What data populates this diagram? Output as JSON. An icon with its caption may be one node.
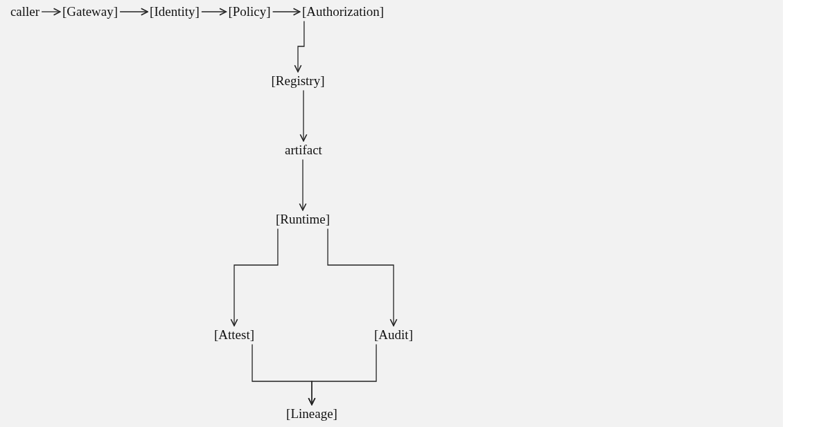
{
  "diagram": {
    "nodes": [
      {
        "text": [
          "caller"
        ]
      },
      {
        "text": [
          "[Gateway]"
        ]
      },
      {
        "text": [
          "[Identity]"
        ]
      },
      {
        "text": [
          "[Policy]"
        ]
      },
      {
        "text": [
          "[Authorization]"
        ]
      },
      {
        "text": [
          "[Registry]"
        ]
      },
      {
        "text": [
          "artifact"
        ]
      },
      {
        "text": [
          "[Runtime]"
        ]
      },
      {
        "text": [
          "[Attest]"
        ]
      },
      {
        "text": [
          "[Audit]"
        ]
      },
      {
        "text": [
          "[Lineage]"
        ]
      }
    ],
    "edges": [
      {
        "from": 0,
        "to": 1,
        "arrow": "to"
      },
      {
        "from": 1,
        "to": 2,
        "arrow": "to"
      },
      {
        "from": 2,
        "to": 3,
        "arrow": "to"
      },
      {
        "from": 3,
        "to": 4,
        "arrow": "to"
      },
      {
        "from": 4,
        "to": 5,
        "arrow": "to"
      },
      {
        "from": 5,
        "to": 6,
        "arrow": "to"
      },
      {
        "from": 6,
        "to": 7,
        "arrow": "to"
      },
      {
        "from": 7,
        "to": 8,
        "arrow": "to"
      },
      {
        "from": 7,
        "to": 9,
        "arrow": "to"
      },
      {
        "from": 8,
        "to": 10,
        "arrow": "to"
      },
      {
        "from": 9,
        "to": 10,
        "arrow": "to"
      }
    ]
  }
}
